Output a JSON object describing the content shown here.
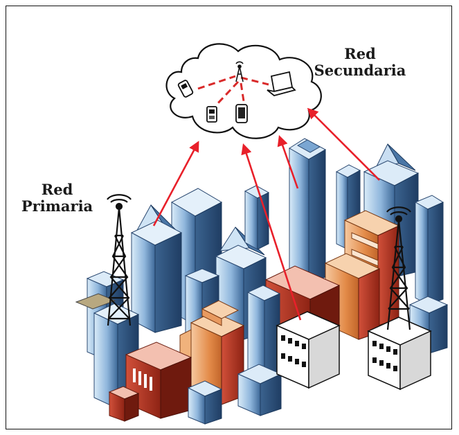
{
  "labels": {
    "secondary_network": [
      "Red",
      "Secundaria"
    ],
    "primary_network": [
      "Red",
      "Primaria"
    ]
  },
  "colors": {
    "arrow": "#e8202a",
    "cloud_link": "#d92a2a",
    "building_blue_light": "#cfe4f5",
    "building_blue_mid": "#5e8fc0",
    "building_blue_dark": "#28466e",
    "building_orange": "#e28a48",
    "building_red": "#b8301e",
    "tower": "#111111"
  },
  "icons": [
    "cloud-icon",
    "tower-icon",
    "cellphone-icon",
    "smartphone-icon",
    "laptop-icon",
    "building-icon"
  ]
}
